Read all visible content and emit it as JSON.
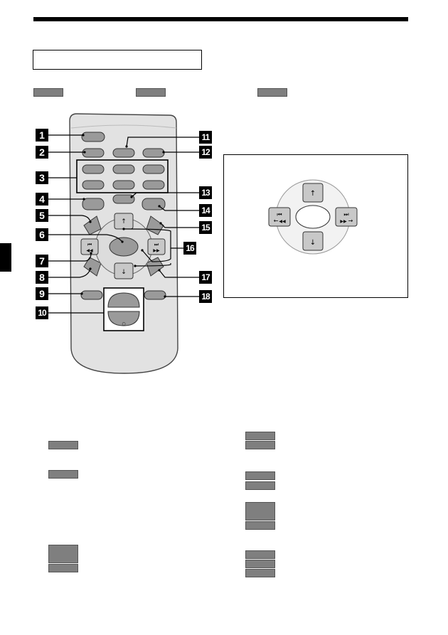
{
  "callouts": [
    "1",
    "2",
    "3",
    "4",
    "5",
    "6",
    "7",
    "8",
    "9",
    "10",
    "11",
    "12",
    "13",
    "14",
    "15",
    "16",
    "17",
    "18"
  ],
  "colors": {
    "ink": "#000000",
    "chip": "#7f7f7f",
    "remote_body": "#e2e2e2",
    "button": "#9a9a9a",
    "button_light": "#d0d0d0"
  },
  "icons": [
    "up-arrow-icon",
    "down-arrow-icon",
    "prev-track-icon",
    "next-track-icon"
  ],
  "glyphs": {
    "prev_top": "⏮",
    "prev_bottom": "◀◀",
    "next_top": "⏭",
    "next_bottom": "▶▶",
    "up": "↑",
    "down": "↓",
    "left": "←",
    "right": "→"
  }
}
